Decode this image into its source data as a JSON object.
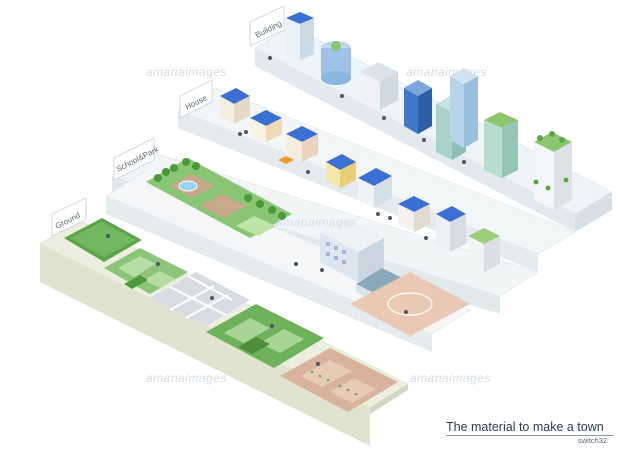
{
  "tiers": {
    "building": "Building",
    "house": "House",
    "park": "School&Park",
    "ground": "Ground"
  },
  "watermark": "amanaimages",
  "caption": {
    "title": "The material to make a town",
    "credit": "switch32"
  },
  "colors": {
    "platform_top": "#eef3f5",
    "platform_side": "#dfe6ea",
    "ground_top": "#eceedd",
    "field_green": "#7cc06a",
    "court_tan": "#e9c9b3",
    "building_blue": "#cfe2f1",
    "solar_blue": "#3b6fd4"
  }
}
